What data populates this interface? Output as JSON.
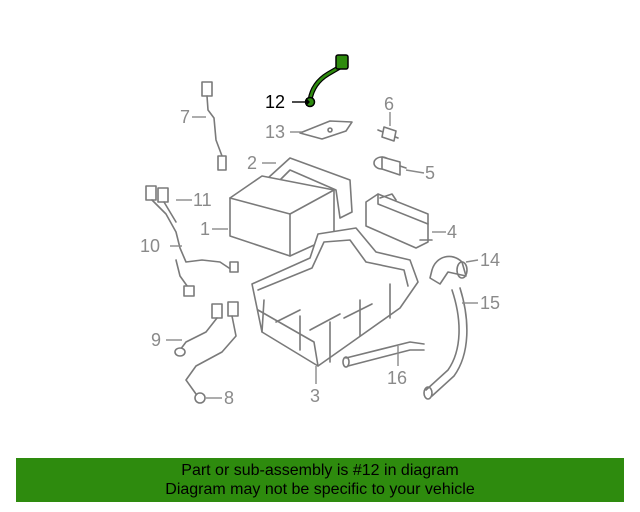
{
  "callouts": {
    "c1": "1",
    "c2": "2",
    "c3": "3",
    "c4": "4",
    "c5": "5",
    "c6": "6",
    "c7": "7",
    "c8": "8",
    "c9": "9",
    "c10": "10",
    "c11": "11",
    "c12": "12",
    "c13": "13",
    "c14": "14",
    "c15": "15",
    "c16": "16"
  },
  "highlight_color": "#2e8b0e",
  "banner": {
    "line1": "Part or sub-assembly is #12 in diagram",
    "line2": "Diagram may not be specific to your vehicle"
  }
}
